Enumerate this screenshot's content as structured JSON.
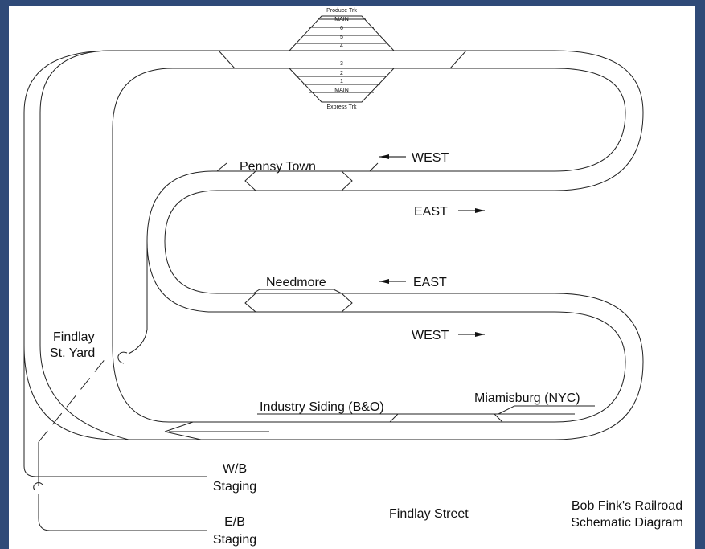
{
  "title": "Bob Fink's Railroad",
  "subtitle": "Schematic Diagram",
  "yard": {
    "tracks_top": [
      "Produce Trk",
      "MAIN",
      "6",
      "5",
      "4"
    ],
    "tracks_bottom": [
      "3",
      "2",
      "1",
      "MAIN",
      "Express Trk"
    ]
  },
  "places": {
    "pennsy_town": "Pennsy Town",
    "needmore": "Needmore",
    "findlay_yard": [
      "Findlay",
      "St. Yard"
    ],
    "industry_siding": "Industry Siding (B&O)",
    "miamisburg": "Miamisburg (NYC)",
    "findlay_street": "Findlay Street"
  },
  "directions": {
    "west_top": "WEST",
    "east_top": "EAST",
    "east_mid": "EAST",
    "west_mid": "WEST"
  },
  "staging": {
    "wb": [
      "W/B",
      "Staging"
    ],
    "eb": [
      "E/B",
      "Staging"
    ]
  }
}
